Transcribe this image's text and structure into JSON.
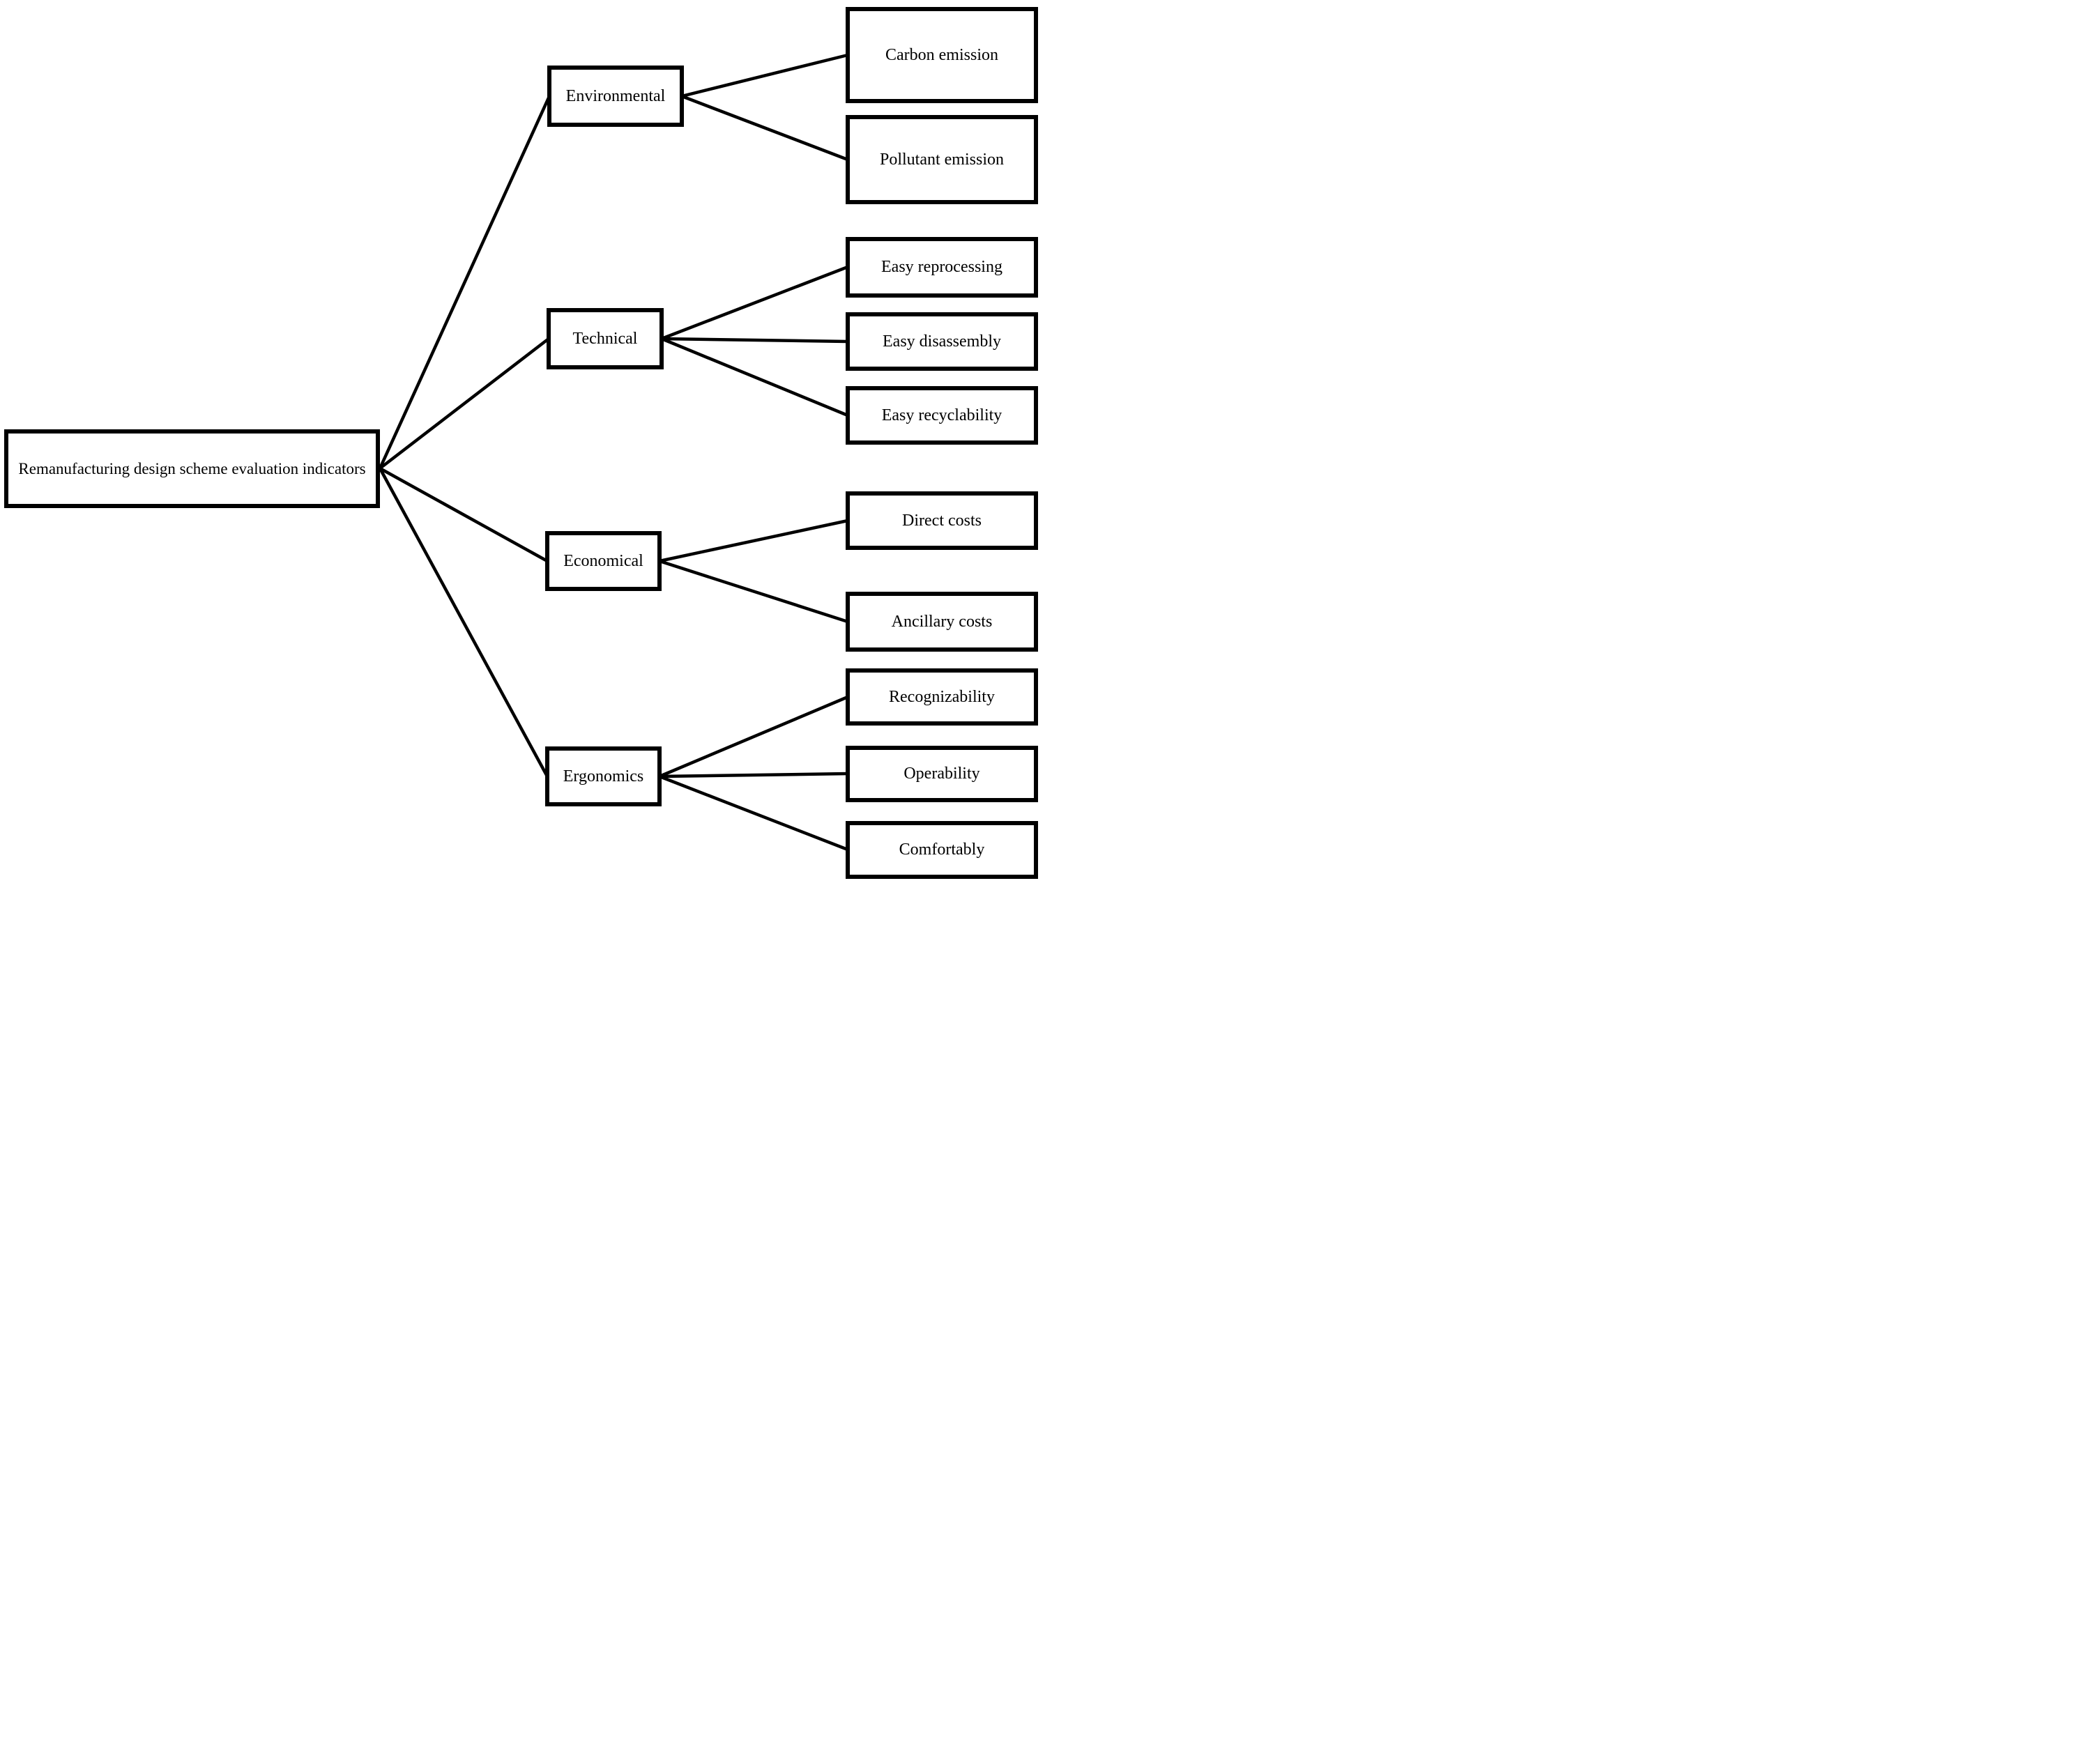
{
  "page": {
    "background": "#ffffff"
  },
  "diagram": {
    "type": "tree",
    "direction": "left-to-right",
    "colors": {
      "line": "#000000",
      "box_border": "#000000",
      "box_fill": "#ffffff",
      "text": "#000000"
    },
    "root": {
      "label": "Remanufacturing design scheme evaluation indicators"
    },
    "categories": [
      {
        "label": "Environmental",
        "children": [
          {
            "label": "Carbon emission"
          },
          {
            "label": "Pollutant emission"
          }
        ]
      },
      {
        "label": "Technical",
        "children": [
          {
            "label": "Easy reprocessing"
          },
          {
            "label": "Easy disassembly"
          },
          {
            "label": "Easy recyclability"
          }
        ]
      },
      {
        "label": "Economical",
        "children": [
          {
            "label": "Direct costs"
          },
          {
            "label": "Ancillary costs"
          }
        ]
      },
      {
        "label": "Ergonomics",
        "children": [
          {
            "label": "Recognizability"
          },
          {
            "label": "Operability"
          },
          {
            "label": "Comfortably"
          }
        ]
      }
    ]
  }
}
